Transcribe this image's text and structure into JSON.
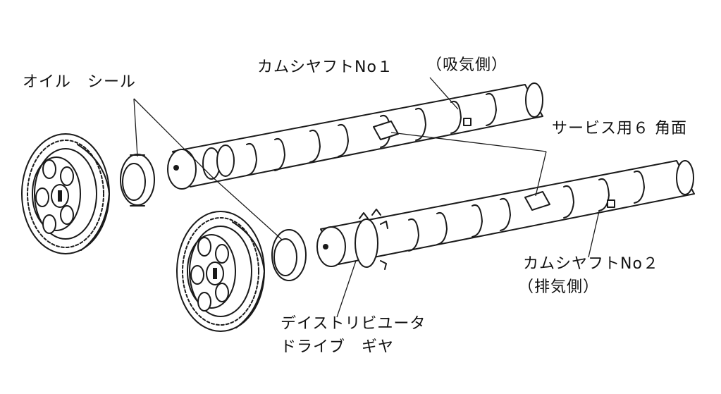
{
  "labels": {
    "oil_seal": "オイル　シール",
    "camshaft_no1": "カムシヤフトNo１",
    "camshaft_no1_side": "（吸気側）",
    "service_hex": "サービス用６ 角面",
    "camshaft_no2": "カムシヤフトNo２",
    "camshaft_no2_side": "（排気側）",
    "distributor_gear_line1": "デイストリビユータ",
    "distributor_gear_line2": "ドライブ　ギヤ"
  }
}
